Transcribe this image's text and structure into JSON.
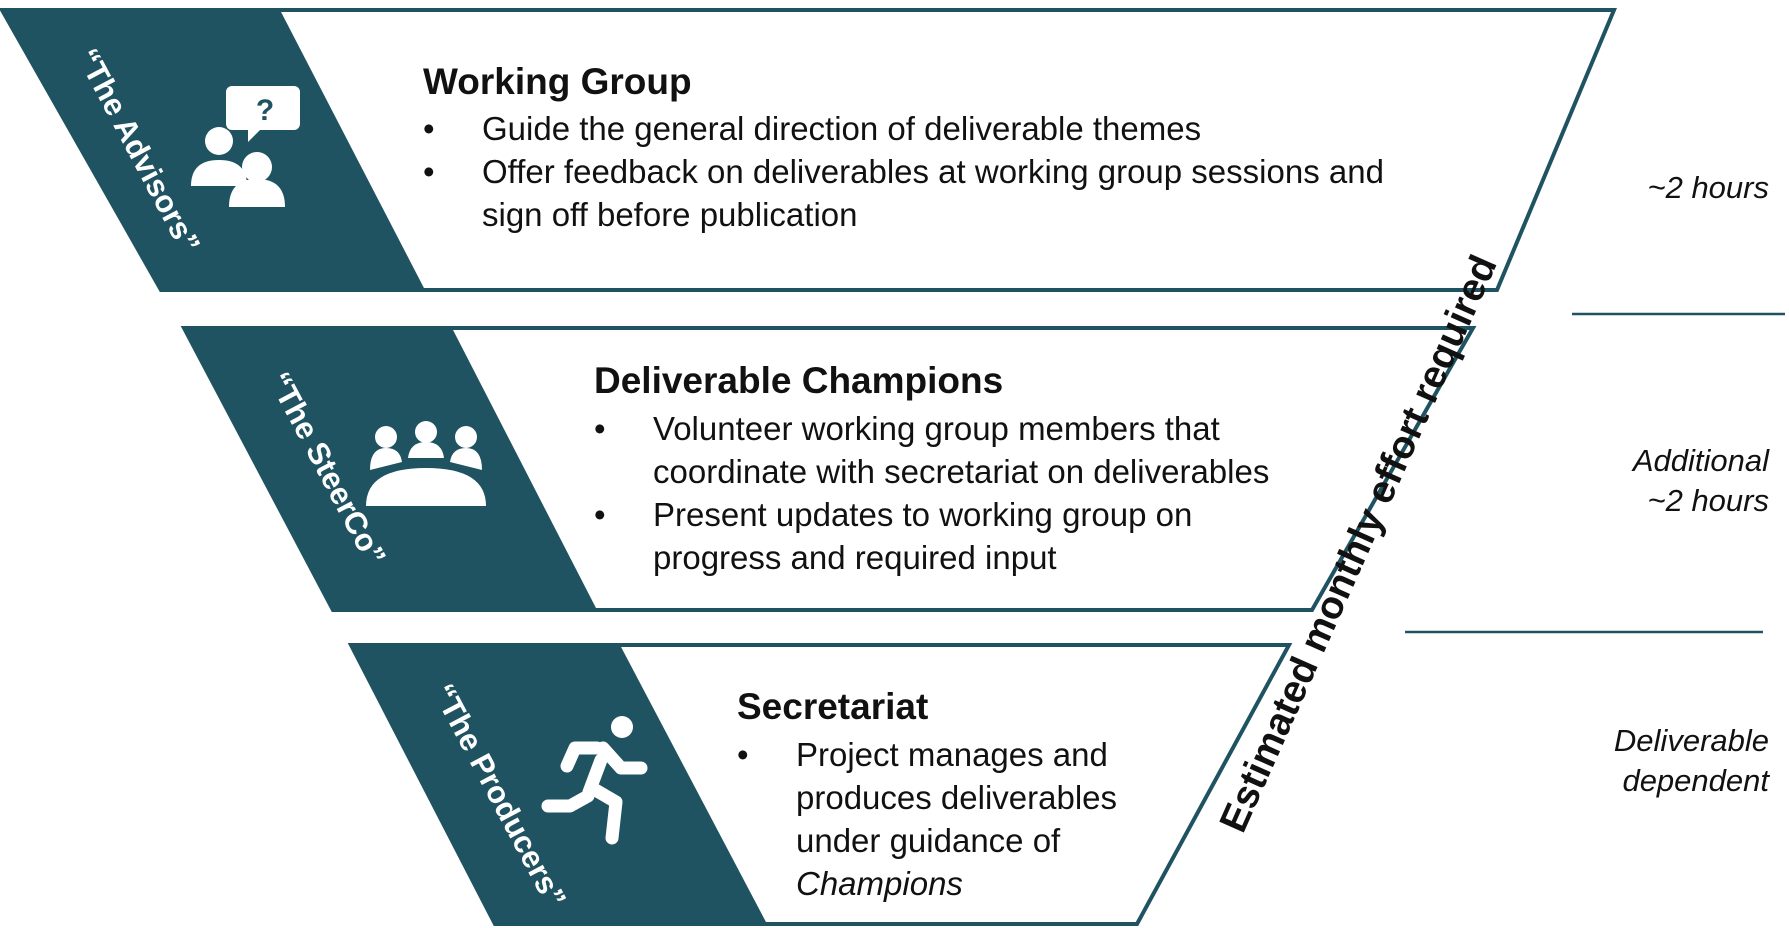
{
  "colors": {
    "teal": "#1f5361",
    "border": "#1f5361",
    "text": "#111111",
    "white": "#ffffff"
  },
  "tiers": [
    {
      "role": "“The Advisors”",
      "icon": "advisor-question-icon",
      "title": "Working Group",
      "bullets": [
        "Guide the general direction of deliverable themes",
        "Offer feedback on deliverables at working group sessions and sign off before publication"
      ],
      "effort": [
        "~2 hours"
      ]
    },
    {
      "role": "“The SteerCo”",
      "icon": "meeting-table-icon",
      "title": "Deliverable Champions",
      "bullets": [
        "Volunteer working group members that coordinate with secretariat on deliverables",
        "Present updates to working group on progress and required input"
      ],
      "effort": [
        "Additional",
        "~2 hours"
      ]
    },
    {
      "role": "“The Producers”",
      "icon": "running-person-icon",
      "title": "Secretariat",
      "bullets_prefix": "Project manages and produces deliverables under guidance of",
      "bullets_emphasis": "Champions",
      "effort": [
        "Deliverable",
        "dependent"
      ]
    }
  ],
  "bullet_char": "•",
  "axis_label": "Estimated monthly effort required"
}
